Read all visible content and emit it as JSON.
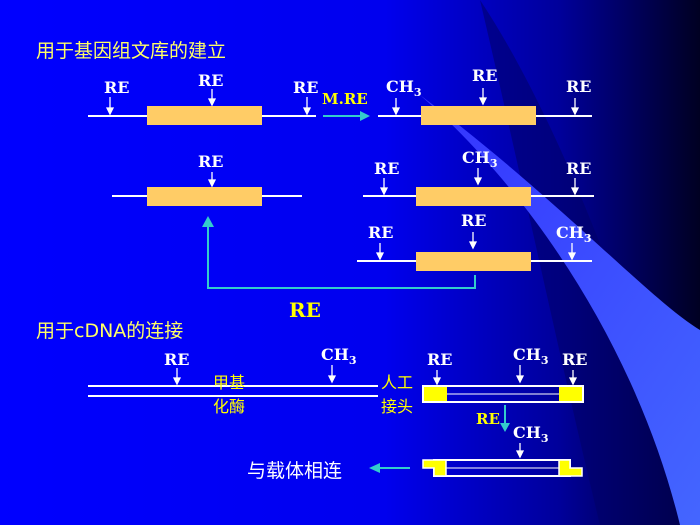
{
  "titles": {
    "library": "用于基因组文库的建立",
    "cdna": "用于cDNA的连接"
  },
  "labels": {
    "re": "RE",
    "ch": "CH",
    "ch_sub": "3",
    "methylase_re": "M.RE",
    "methylase_cn_1": "甲基",
    "methylase_cn_2": "化酶",
    "adapter_cn_1": "人工",
    "adapter_cn_2": "接头",
    "ligate_vector": "与载体相连"
  },
  "colors": {
    "background_left": "#0000ff",
    "background_right": "#000000",
    "insert_fill": "#ffcc66",
    "arrow_cyan": "#33cccc",
    "title_yellow": "#ffff66",
    "label_yellow": "#ffff00",
    "adapter_yellow": "#ffff00"
  }
}
